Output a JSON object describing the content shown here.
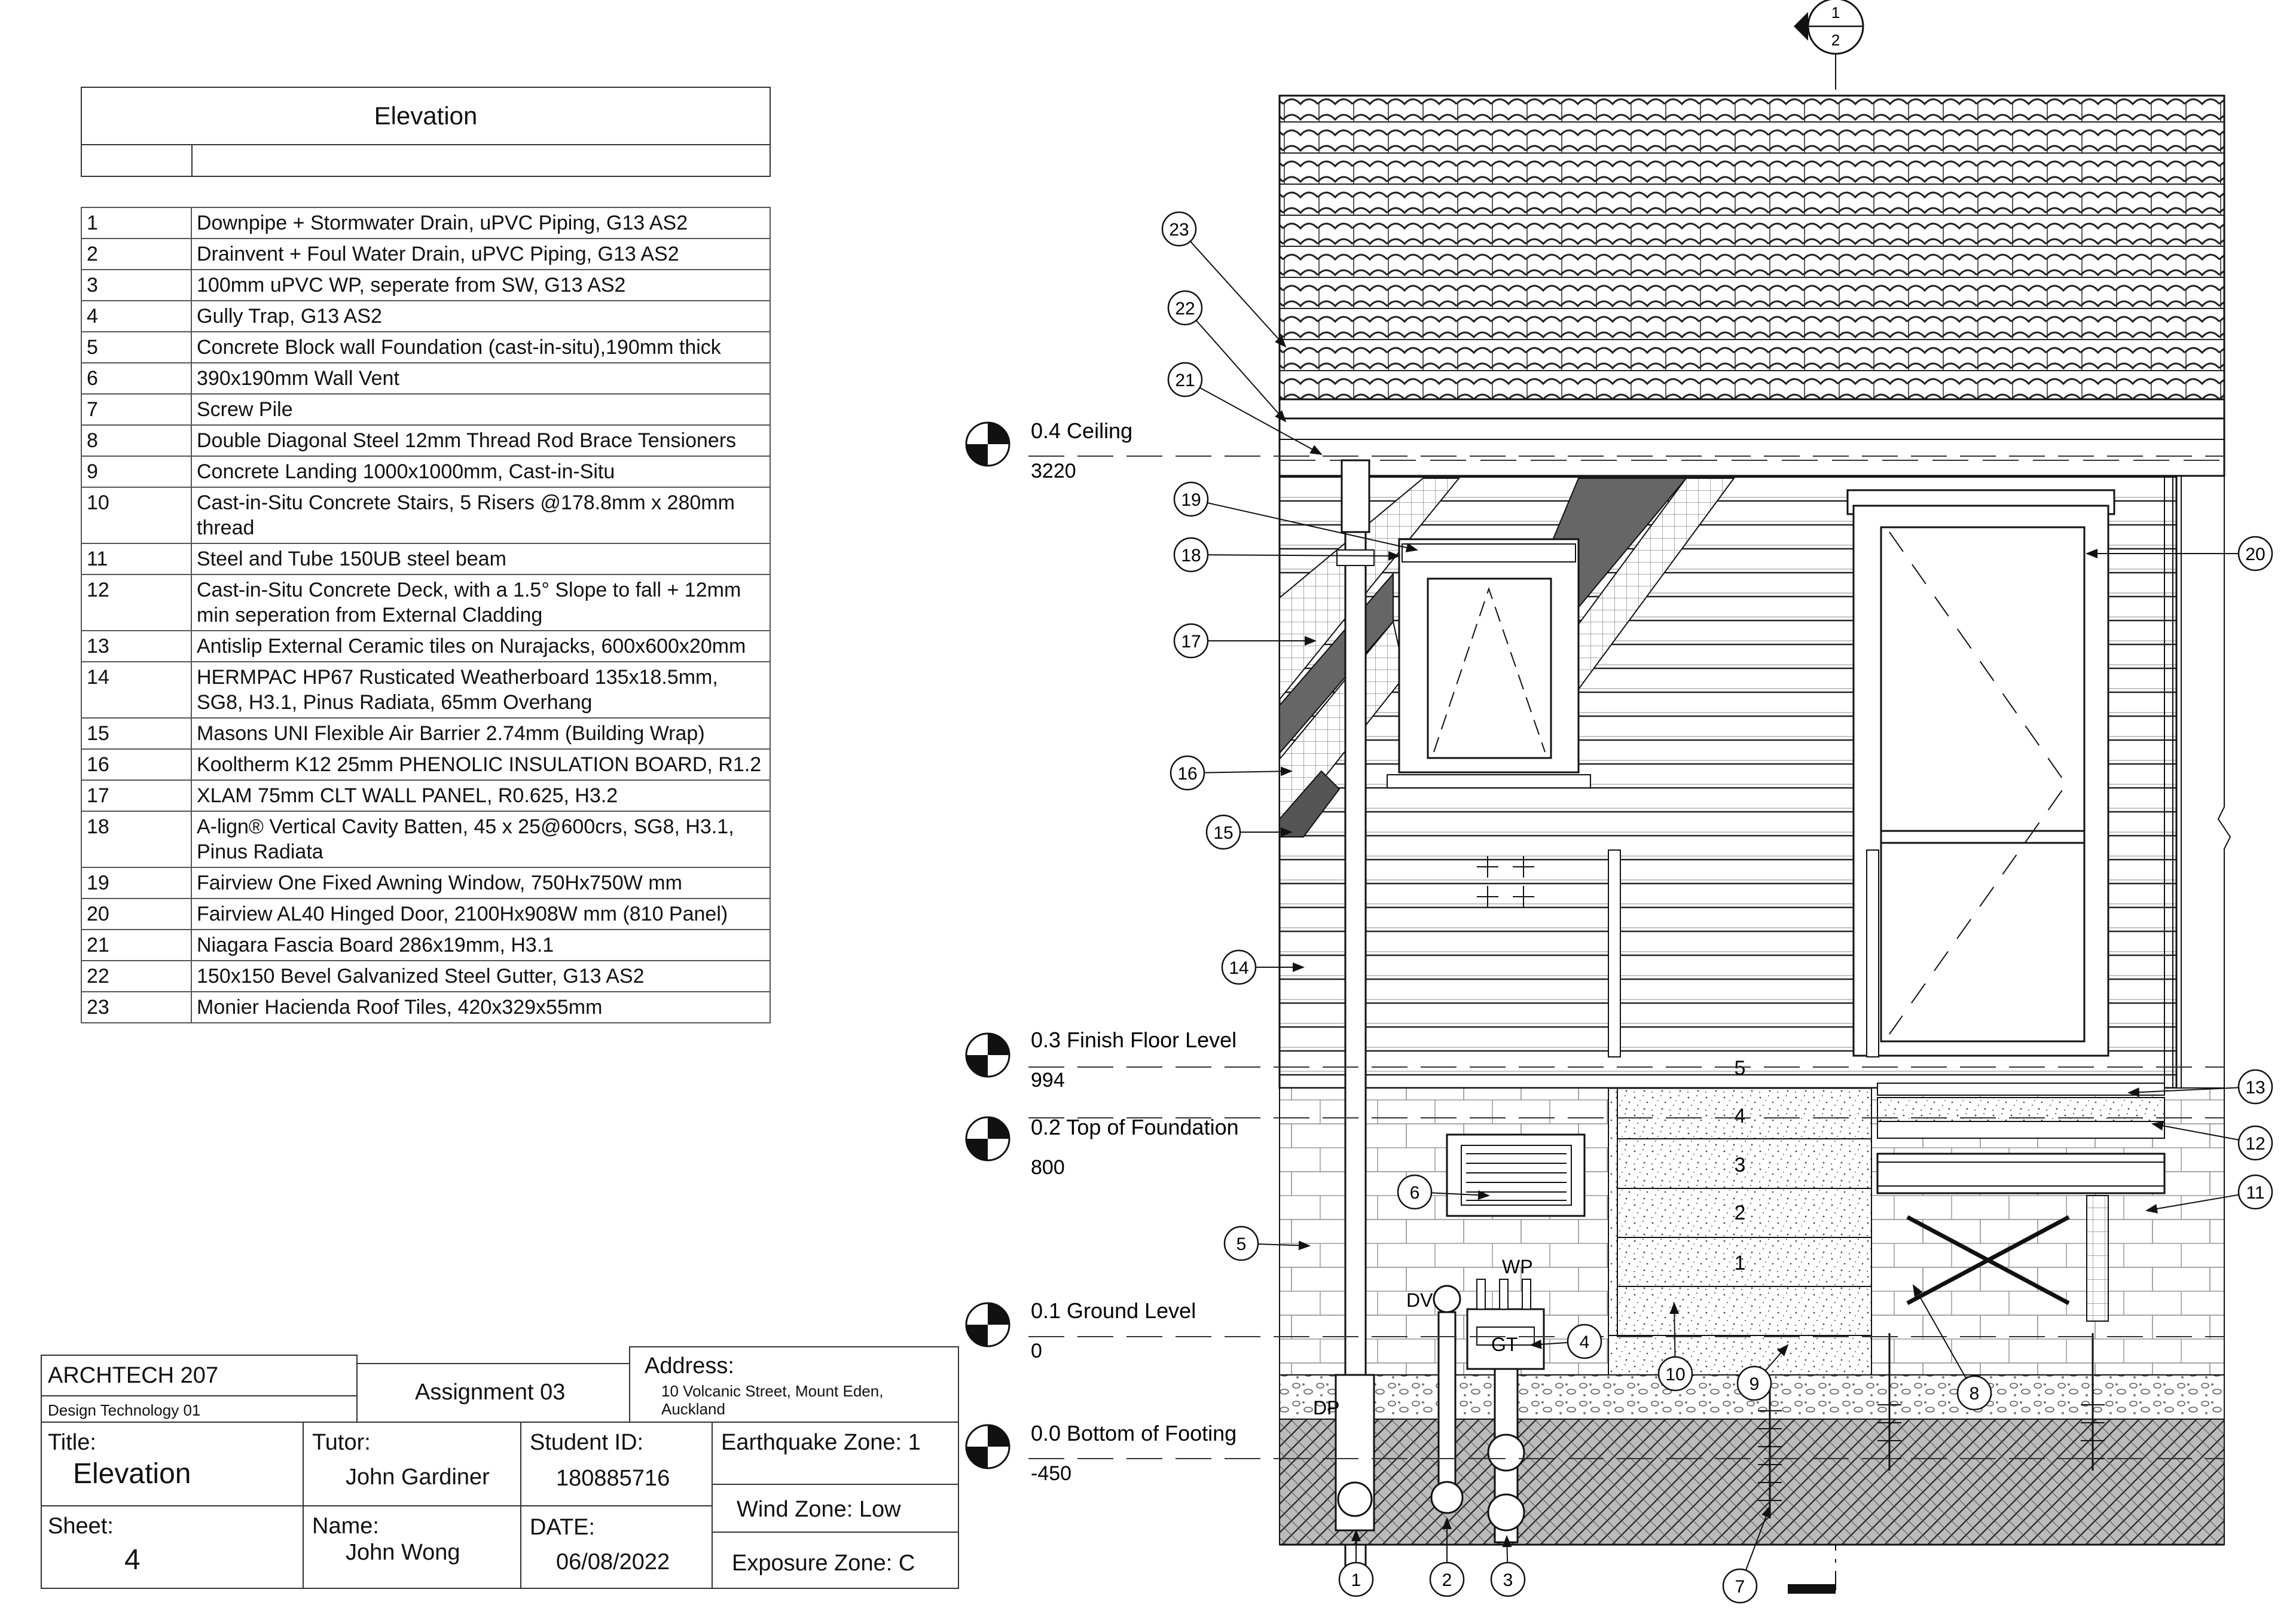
{
  "legend": {
    "title": "Elevation",
    "items": [
      {
        "num": "1",
        "text": "Downpipe + Stormwater Drain, uPVC Piping, G13 AS2"
      },
      {
        "num": "2",
        "text": "Drainvent + Foul Water Drain, uPVC Piping, G13 AS2"
      },
      {
        "num": "3",
        "text": "100mm uPVC WP, seperate from SW, G13 AS2"
      },
      {
        "num": "4",
        "text": "Gully Trap, G13 AS2"
      },
      {
        "num": "5",
        "text": "Concrete Block wall Foundation (cast-in-situ),190mm thick"
      },
      {
        "num": "6",
        "text": "390x190mm Wall Vent"
      },
      {
        "num": "7",
        "text": "Screw Pile"
      },
      {
        "num": "8",
        "text": "Double Diagonal Steel 12mm Thread Rod Brace Tensioners"
      },
      {
        "num": "9",
        "text": "Concrete Landing 1000x1000mm, Cast-in-Situ"
      },
      {
        "num": "10",
        "text": "Cast-in-Situ Concrete Stairs, 5 Risers @178.8mm x 280mm thread"
      },
      {
        "num": "11",
        "text": "Steel and Tube 150UB steel beam"
      },
      {
        "num": "12",
        "text": "Cast-in-Situ Concrete Deck, with a 1.5° Slope to fall + 12mm min seperation from External Cladding"
      },
      {
        "num": "13",
        "text": "Antislip External Ceramic tiles on Nurajacks, 600x600x20mm"
      },
      {
        "num": "14",
        "text": "HERMPAC HP67 Rusticated Weatherboard 135x18.5mm, SG8, H3.1, Pinus Radiata, 65mm Overhang"
      },
      {
        "num": "15",
        "text": "Masons UNI Flexible Air Barrier 2.74mm (Building Wrap)"
      },
      {
        "num": "16",
        "text": "Kooltherm K12 25mm PHENOLIC INSULATION BOARD, R1.2"
      },
      {
        "num": "17",
        "text": "XLAM 75mm CLT WALL PANEL, R0.625, H3.2"
      },
      {
        "num": "18",
        "text": "A-lign® Vertical Cavity Batten, 45 x 25@600crs, SG8, H3.1, Pinus Radiata"
      },
      {
        "num": "19",
        "text": "Fairview One Fixed Awning Window, 750Hx750W mm"
      },
      {
        "num": "20",
        "text": "Fairview AL40 Hinged Door, 2100Hx908W mm (810 Panel)"
      },
      {
        "num": "21",
        "text": "Niagara Fascia Board 286x19mm, H3.1"
      },
      {
        "num": "22",
        "text": "150x150 Bevel Galvanized Steel Gutter, G13 AS2"
      },
      {
        "num": "23",
        "text": "Monier Hacienda Roof Tiles, 420x329x55mm"
      }
    ]
  },
  "titleblock": {
    "course": "ARCHTECH 207",
    "subject": "Design Technology 01",
    "assignment": "Assignment 03",
    "address_label": "Address:",
    "address_line1": "10 Volcanic Street, Mount Eden,",
    "address_line2": "Auckland",
    "title_label": "Title:",
    "title_value": "Elevation",
    "tutor_label": "Tutor:",
    "tutor_value": "John Gardiner",
    "student_label": "Student ID:",
    "student_value": "180885716",
    "eq_zone": "Earthquake Zone: 1",
    "wind_zone": "Wind Zone: Low",
    "sheet_label": "Sheet:",
    "sheet_value": "4",
    "name_label": "Name:",
    "name_value": "John Wong",
    "date_label": "DATE:",
    "date_value": "06/08/2022",
    "exposure_zone": "Exposure Zone: C"
  },
  "levels": [
    {
      "label": "0.4 Ceiling",
      "value": "3220"
    },
    {
      "label": "0.3 Finish Floor Level",
      "value": "994"
    },
    {
      "label": "0.2 Top of Foundation",
      "value": "800"
    },
    {
      "label": "0.1 Ground Level",
      "value": "0"
    },
    {
      "label": "0.0 Bottom of Footing",
      "value": "-450"
    }
  ],
  "section_marker": {
    "top": "1",
    "bottom": "2"
  },
  "tags": {
    "dv": "DV",
    "wp": "WP",
    "gt": "GT",
    "dp": "DP"
  },
  "callouts": [
    "1",
    "2",
    "3",
    "4",
    "5",
    "6",
    "7",
    "8",
    "9",
    "10",
    "11",
    "12",
    "13",
    "14",
    "15",
    "16",
    "17",
    "18",
    "19",
    "20",
    "21",
    "22",
    "23"
  ],
  "stair_risers": [
    "5",
    "4",
    "3",
    "2",
    "1"
  ]
}
